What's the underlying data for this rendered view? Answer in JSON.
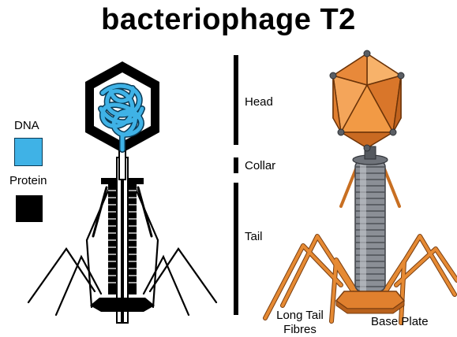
{
  "title": "bacteriophage T2",
  "legend": {
    "items": [
      {
        "label": "DNA",
        "color": "#3fb2e6"
      },
      {
        "label": "Protein",
        "color": "#000000"
      }
    ]
  },
  "parts": {
    "head": "Head",
    "collar": "Collar",
    "tail": "Tail",
    "long_tail_fibres": "Long Tail Fibres",
    "base_plate": "Base Plate"
  },
  "colors": {
    "protein": "#000000",
    "dna": "#3fb2e6",
    "dna_outline": "#0a3a55",
    "capsid_orange": "#f29a45",
    "capsid_dark": "#d9762a",
    "capsid_light": "#f7b26a",
    "tail_grey": "#8b8f96",
    "fibre_orange": "#e68a33"
  }
}
